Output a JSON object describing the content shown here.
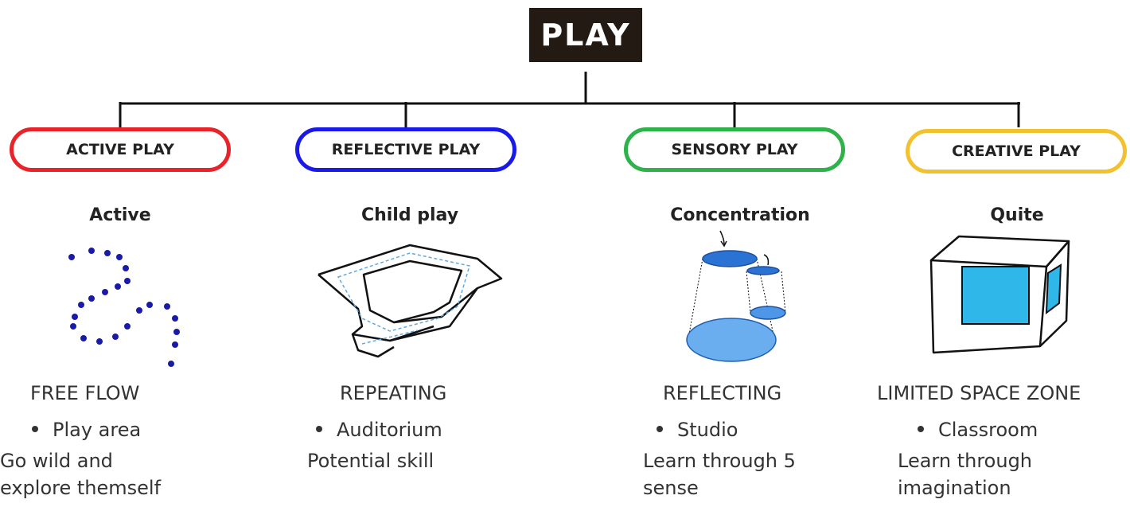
{
  "root": {
    "title": "PLAY"
  },
  "categories": [
    {
      "label": "ACTIVE PLAY",
      "border_color": "#e8232a",
      "subtitle": "Active",
      "mode": "FREE FLOW",
      "bullet": "Play area",
      "note_lines": [
        "Go wild and",
        "explore themself"
      ],
      "icon": "dotted-swirl-icon"
    },
    {
      "label": "REFLECTIVE PLAY",
      "border_color": "#1a1ae8",
      "subtitle": "Child play",
      "mode": "REPEATING",
      "bullet": "Auditorium",
      "note_lines": [
        "Potential skill"
      ],
      "icon": "path-loop-icon"
    },
    {
      "label": "SENSORY PLAY",
      "border_color": "#2db34a",
      "subtitle": "Concentration",
      "mode": "REFLECTING",
      "bullet": "Studio",
      "note_lines": [
        "Learn through 5",
        "sense"
      ],
      "icon": "cylinders-icon"
    },
    {
      "label": "CREATIVE PLAY",
      "border_color": "#f2c12e",
      "subtitle": "Quite",
      "mode": "LIMITED SPACE ZONE",
      "bullet": "Classroom",
      "note_lines": [
        "Learn through",
        "imagination"
      ],
      "icon": "cube-room-icon"
    }
  ]
}
